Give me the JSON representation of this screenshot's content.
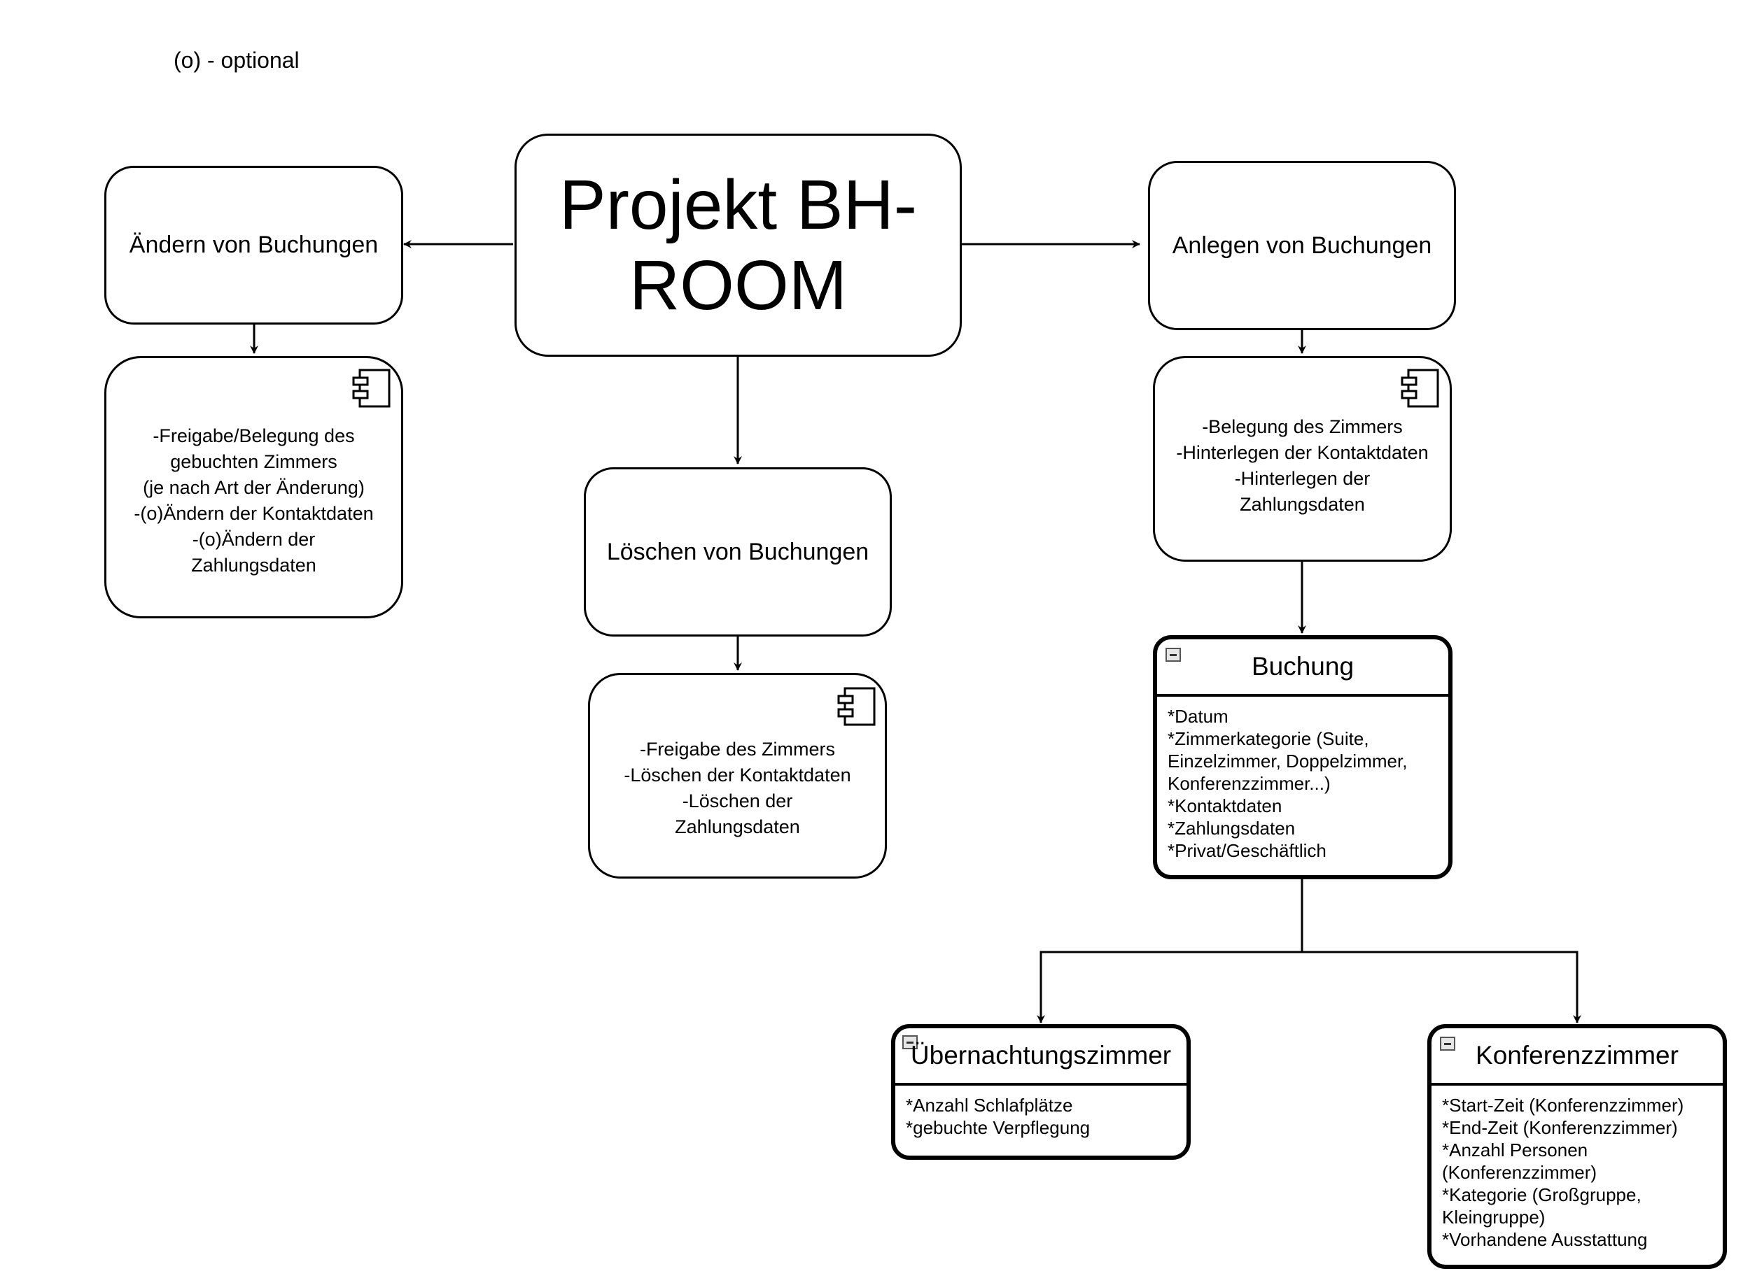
{
  "legend": "(o) - optional",
  "root": {
    "title": "Projekt BH-ROOM"
  },
  "branches": {
    "change": {
      "title": "Ändern von Buchungen",
      "detail": [
        "-Freigabe/Belegung des",
        "gebuchten Zimmers",
        "(je nach Art der Änderung)",
        "-(o)Ändern der Kontaktdaten",
        "-(o)Ändern der",
        "Zahlungsdaten"
      ]
    },
    "delete": {
      "title": "Löschen von Buchungen",
      "detail": [
        "-Freigabe des Zimmers",
        "-Löschen der Kontaktdaten",
        "-Löschen der",
        "Zahlungsdaten"
      ]
    },
    "create": {
      "title": "Anlegen von Buchungen",
      "detail": [
        "-Belegung des Zimmers",
        "-Hinterlegen der Kontaktdaten",
        "-Hinterlegen der",
        "Zahlungsdaten"
      ]
    }
  },
  "classes": {
    "booking": {
      "title": "Buchung",
      "attributes": [
        "*Datum",
        "*Zimmerkategorie (Suite,",
        "Einzelzimmer, Doppelzimmer,",
        "Konferenzzimmer...)",
        "*Kontaktdaten",
        "*Zahlungsdaten",
        "*Privat/Geschäftlich"
      ]
    },
    "overnight": {
      "title": "Übernachtungszimmer",
      "attributes": [
        "*Anzahl Schlafplätze",
        "*gebuchte Verpflegung"
      ]
    },
    "conference": {
      "title": "Konferenzzimmer",
      "attributes": [
        "*Start-Zeit (Konferenzzimmer)",
        "*End-Zeit (Konferenzzimmer)",
        "*Anzahl Personen",
        "(Konferenzzimmer)",
        "*Kategorie (Großgruppe,",
        "Kleingruppe)",
        "*Vorhandene Ausstattung"
      ]
    }
  }
}
